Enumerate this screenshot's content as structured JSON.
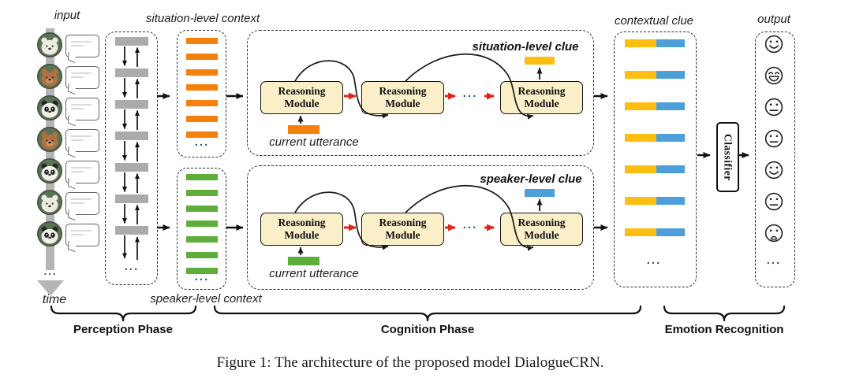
{
  "figure": {
    "caption": "Figure 1: The architecture of the proposed model DialogueCRN."
  },
  "labels": {
    "input": "input",
    "time": "time",
    "situation_context": "situation-level context",
    "speaker_context": "speaker-level context",
    "situation_clue": "situation-level clue",
    "speaker_clue": "speaker-level clue",
    "current_utterance": "current utterance",
    "contextual_clue": "contextual clue",
    "output": "output",
    "classifier": "Classifier",
    "perception_phase": "Perception Phase",
    "cognition_phase": "Cognition Phase",
    "emotion_recognition": "Emotion Recognition",
    "ellipsis": "..."
  },
  "reasoning_module": {
    "line1": "Reasoning",
    "line2": "Module"
  },
  "colors": {
    "orange": "#F5800D",
    "green": "#5FAE3B",
    "yellow": "#FDBE10",
    "blue": "#4D9FDB",
    "gray_bar": "#ABABAB",
    "time_axis": "#B5B5B5",
    "module_fill": "#FAEFC8",
    "red_arrow": "#E1251B",
    "dots": "#2F5496",
    "avatar_bg": "#5B7355"
  },
  "input_column": {
    "speakers": [
      "polar-bear",
      "grizzly-bear",
      "panda-bear",
      "grizzly-bear",
      "panda-bear",
      "polar-bear",
      "panda-bear"
    ]
  },
  "perception_context": {
    "bar_count": 7
  },
  "situation_context": {
    "bar_count": 7
  },
  "speaker_context": {
    "bar_count": 7
  },
  "contextual_clues": {
    "bar_count": 7
  },
  "output_emotions": [
    "smile",
    "grin",
    "neutral",
    "neutral",
    "smile",
    "neutral",
    "sad"
  ]
}
